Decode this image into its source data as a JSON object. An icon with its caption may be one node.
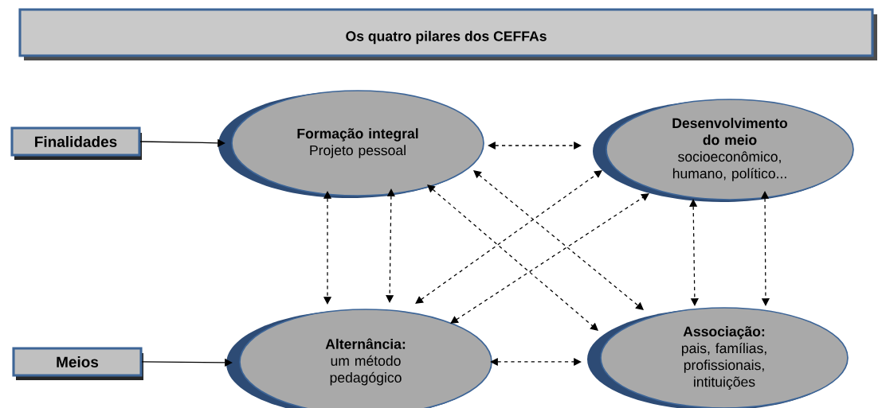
{
  "diagram": {
    "title": "Os quatro pilares dos CEFFAs",
    "nodes": [
      {
        "text": [
          "Finalidades"
        ]
      },
      {
        "text": [
          "Formação integral",
          "Projeto pessoal"
        ]
      },
      {
        "text": [
          "Desenvolvimento do meio",
          "socioeconômico, humano, político..."
        ]
      },
      {
        "text": [
          "Meios"
        ]
      },
      {
        "text": [
          "Alternância:",
          "um método pedagógico"
        ]
      },
      {
        "text": [
          "Associação:",
          "pais, famílias, profissionais, intituições"
        ]
      }
    ],
    "edges": [
      {
        "from": 0,
        "to": 1,
        "arrow": "to"
      },
      {
        "from": 3,
        "to": 4,
        "arrow": "to"
      },
      {
        "from": 1,
        "to": 2,
        "arrow": "both",
        "style": "dashed"
      },
      {
        "from": 4,
        "to": 5,
        "arrow": "both",
        "style": "dashed"
      },
      {
        "from": 1,
        "to": 4,
        "arrow": "both",
        "style": "dashed"
      },
      {
        "from": 1,
        "to": 4,
        "arrow": "both",
        "style": "dashed"
      },
      {
        "from": 2,
        "to": 5,
        "arrow": "both",
        "style": "dashed"
      },
      {
        "from": 2,
        "to": 5,
        "arrow": "both",
        "style": "dashed"
      },
      {
        "from": 1,
        "to": 5,
        "arrow": "both",
        "style": "dashed"
      },
      {
        "from": 1,
        "to": 5,
        "arrow": "both",
        "style": "dashed"
      },
      {
        "from": 4,
        "to": 2,
        "arrow": "both",
        "style": "dashed"
      },
      {
        "from": 4,
        "to": 2,
        "arrow": "both",
        "style": "dashed"
      }
    ]
  }
}
